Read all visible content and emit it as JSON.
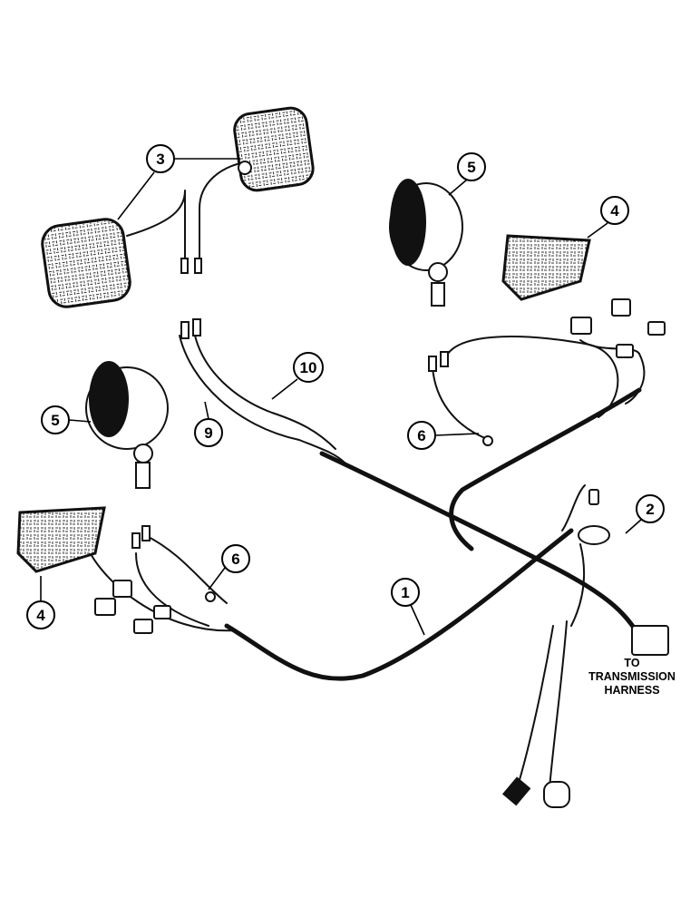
{
  "callouts": [
    {
      "id": "1",
      "label": "1"
    },
    {
      "id": "2",
      "label": "2"
    },
    {
      "id": "3",
      "label": "3"
    },
    {
      "id": "4a",
      "label": "4"
    },
    {
      "id": "4b",
      "label": "4"
    },
    {
      "id": "5a",
      "label": "5"
    },
    {
      "id": "5b",
      "label": "5"
    },
    {
      "id": "6a",
      "label": "6"
    },
    {
      "id": "6b",
      "label": "6"
    },
    {
      "id": "9",
      "label": "9"
    },
    {
      "id": "10",
      "label": "10"
    }
  ],
  "note": {
    "line1": "TO",
    "line2": "TRANSMISSION",
    "line3": "HARNESS"
  }
}
